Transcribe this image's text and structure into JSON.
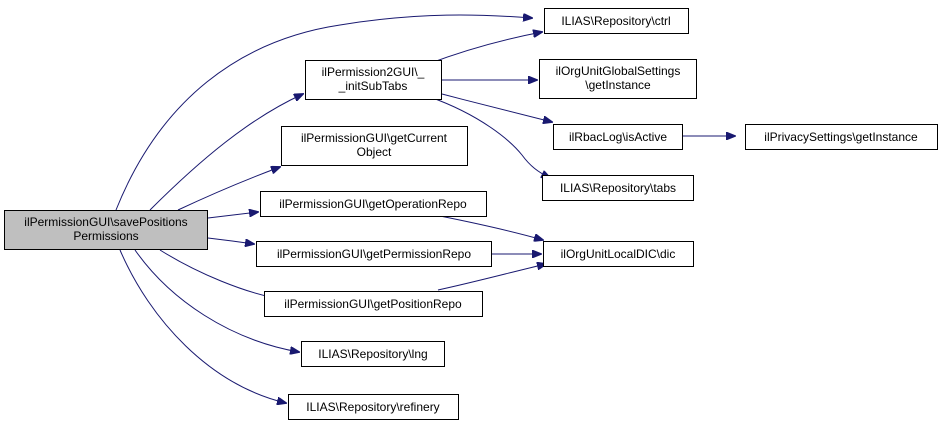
{
  "nodes": {
    "root": {
      "lines": [
        "ilPermissionGUI\\savePositions",
        "Permissions"
      ]
    },
    "init_sub_tabs": {
      "lines": [
        "ilPermission2GUI\\_",
        "_initSubTabs"
      ]
    },
    "get_current_object": {
      "lines": [
        "ilPermissionGUI\\getCurrent",
        "Object"
      ]
    },
    "get_operation_repo": {
      "lines": [
        "ilPermissionGUI\\getOperationRepo"
      ]
    },
    "get_permission_repo": {
      "lines": [
        "ilPermissionGUI\\getPermissionRepo"
      ]
    },
    "get_position_repo": {
      "lines": [
        "ilPermissionGUI\\getPositionRepo"
      ]
    },
    "repo_lng": {
      "lines": [
        "ILIAS\\Repository\\lng"
      ]
    },
    "repo_refinery": {
      "lines": [
        "ILIAS\\Repository\\refinery"
      ]
    },
    "repo_ctrl": {
      "lines": [
        "ILIAS\\Repository\\ctrl"
      ]
    },
    "orgunit_global_settings": {
      "lines": [
        "ilOrgUnitGlobalSettings",
        "\\getInstance"
      ]
    },
    "rbac_log_is_active": {
      "lines": [
        "ilRbacLog\\isActive"
      ]
    },
    "repo_tabs": {
      "lines": [
        "ILIAS\\Repository\\tabs"
      ]
    },
    "orgunit_local_dic": {
      "lines": [
        "ilOrgUnitLocalDIC\\dic"
      ]
    },
    "privacy_settings": {
      "lines": [
        "ilPrivacySettings\\getInstance"
      ]
    }
  },
  "colors": {
    "edge": "#191970",
    "root_fill": "#bfbfbf",
    "node_fill": "#ffffff",
    "node_border": "#000000"
  }
}
